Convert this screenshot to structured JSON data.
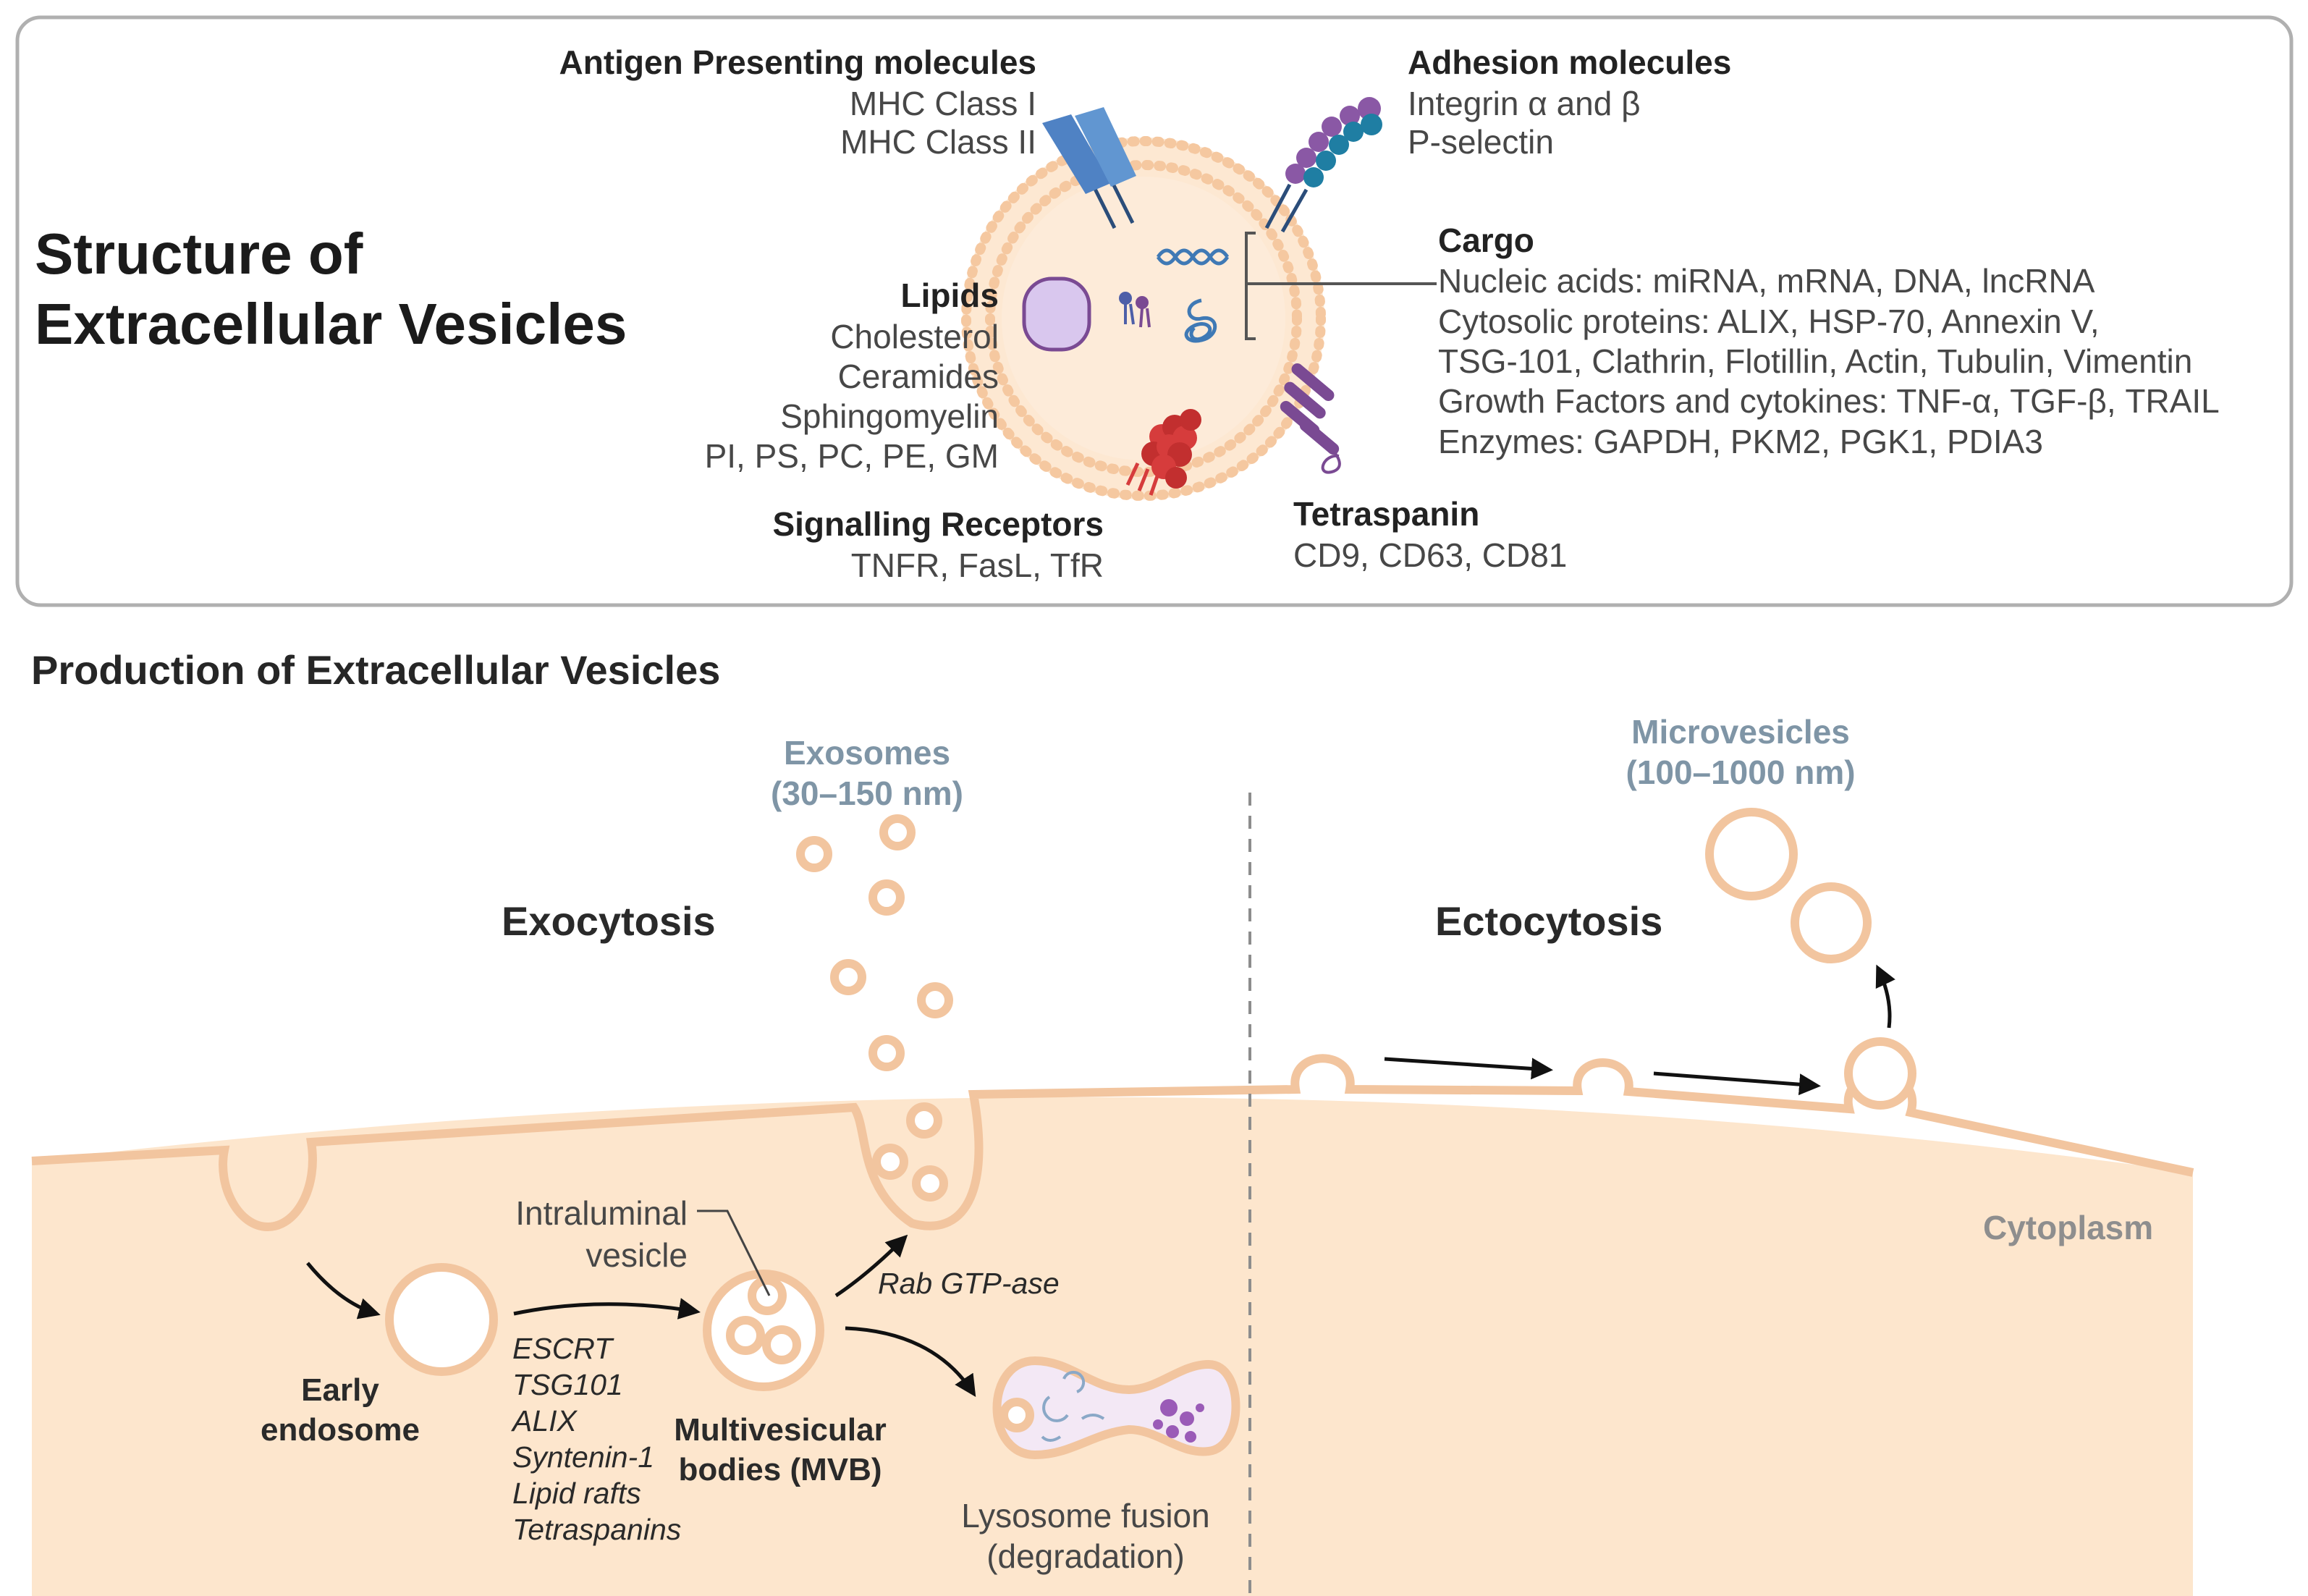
{
  "structure": {
    "title_line1": "Structure of",
    "title_line2": "Extracellular Vesicles",
    "antigen": {
      "header": "Antigen Presenting molecules",
      "items": [
        "MHC Class I",
        "MHC Class II"
      ]
    },
    "adhesion": {
      "header": "Adhesion molecules",
      "items": [
        "Integrin α and β",
        "P-selectin"
      ]
    },
    "lipids": {
      "header": "Lipids",
      "items": [
        "Cholesterol",
        "Ceramides",
        "Sphingomyelin",
        "PI, PS, PC, PE, GM"
      ]
    },
    "cargo": {
      "header": "Cargo",
      "items": [
        "Nucleic acids: miRNA, mRNA, DNA, lncRNA",
        "Cytosolic proteins: ALIX, HSP-70, Annexin V,",
        "TSG-101, Clathrin, Flotillin, Actin, Tubulin, Vimentin",
        "Growth Factors and cytokines: TNF-α, TGF-β, TRAIL",
        "Enzymes: GAPDH, PKM2, PGK1, PDIA3"
      ]
    },
    "signalling": {
      "header": "Signalling Receptors",
      "items": [
        "TNFR, FasL, TfR"
      ]
    },
    "tetraspanin": {
      "header": "Tetraspanin",
      "items": [
        "CD9, CD63, CD81"
      ]
    }
  },
  "production": {
    "title": "Production of Extracellular Vesicles",
    "exosomes_line1": "Exosomes",
    "exosomes_line2": "(30–150 nm)",
    "microvesicles_line1": "Microvesicles",
    "microvesicles_line2": "(100–1000 nm)",
    "exocytosis": "Exocytosis",
    "ectocytosis": "Ectocytosis",
    "cytoplasm": "Cytoplasm",
    "intraluminal_line1": "Intraluminal",
    "intraluminal_line2": "vesicle",
    "rab": "Rab GTP-ase",
    "early_line1": "Early",
    "early_line2": "endosome",
    "mvb_line1": "Multivesicular",
    "mvb_line2": "bodies (MVB)",
    "lysosome_line1": "Lysosome fusion",
    "lysosome_line2": "(degradation)",
    "escrt_items": [
      "ESCRT",
      "TSG101",
      "ALIX",
      "Syntenin-1",
      "Lipid rafts",
      "Tetraspanins"
    ]
  },
  "colors": {
    "cytoplasm": "#fde6cd",
    "membrane": "#f2c59f",
    "mhc": "#4f82c4",
    "integrin_a": "#8a58a5",
    "integrin_b": "#1f7ea3",
    "receptor": "#d63c3c",
    "tetraspanin": "#7a4a93",
    "label_blue_grey": "#7f95a6"
  }
}
